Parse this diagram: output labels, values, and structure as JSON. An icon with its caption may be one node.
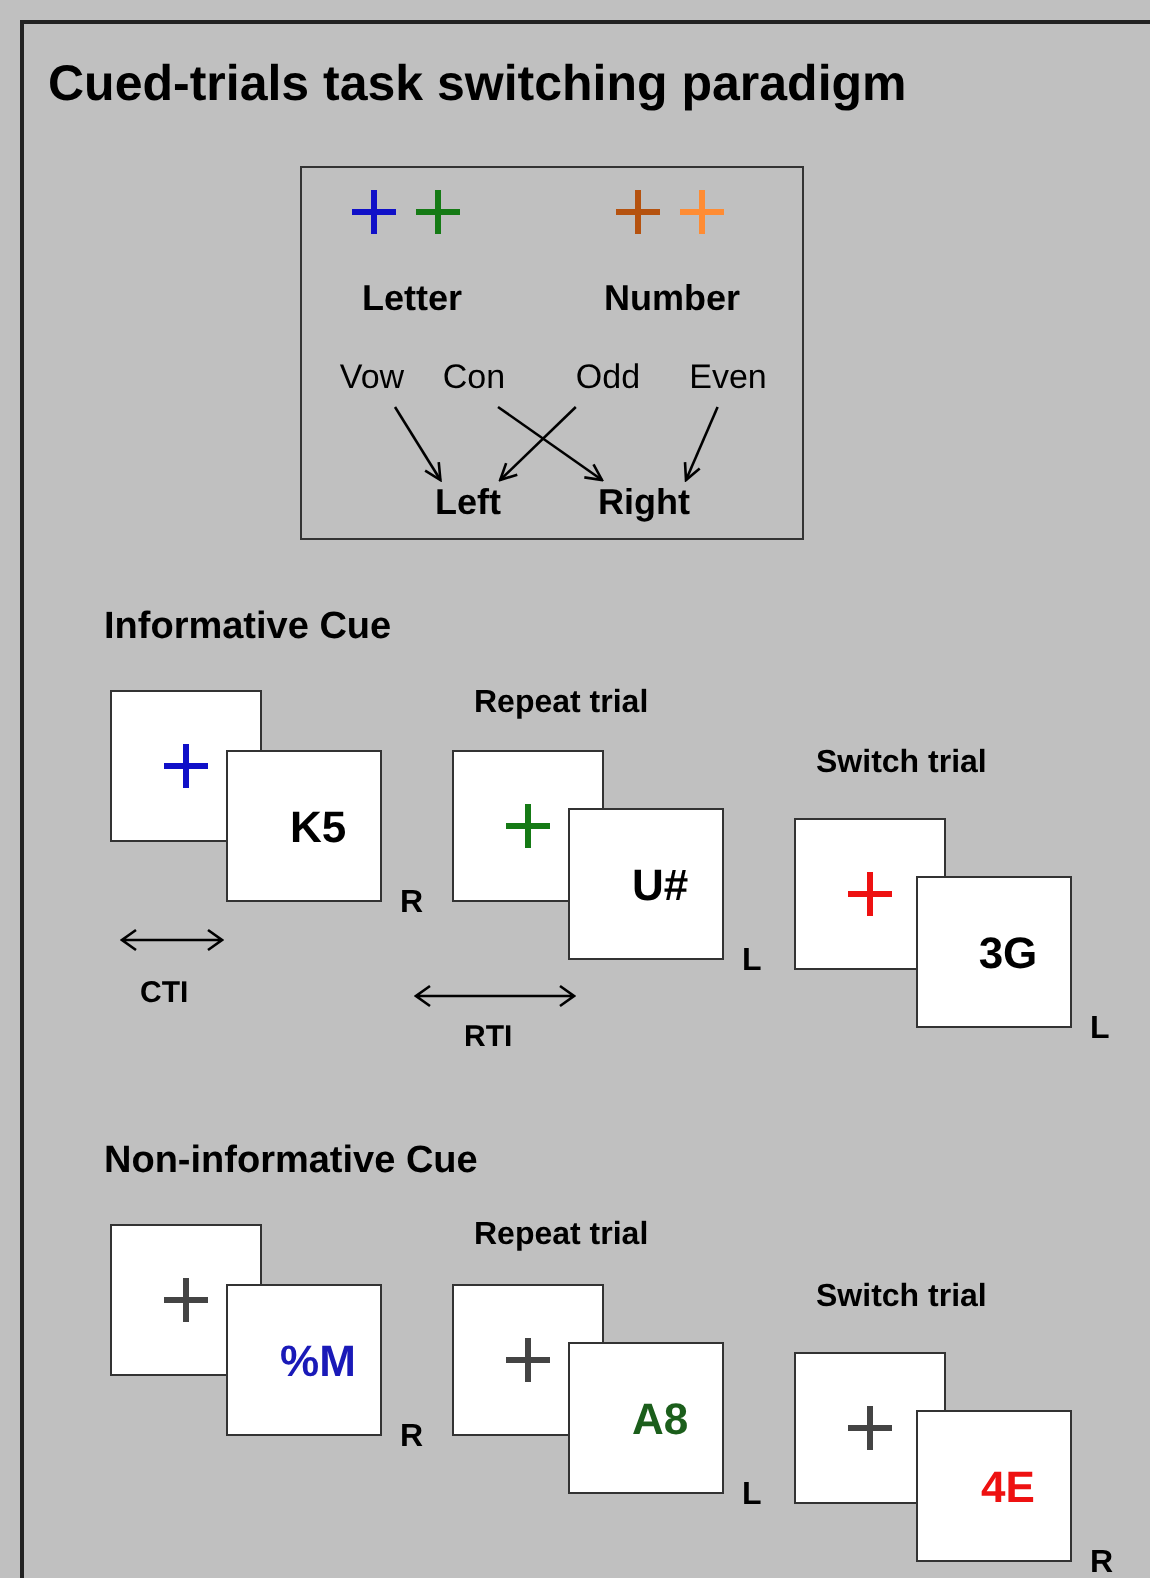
{
  "diagram": {
    "title": "Cued-trials task switching paradigm",
    "nodes": [
      {
        "text": [],
        "shape": "box"
      },
      {
        "text": [
          "Letter"
        ],
        "in": 0
      },
      {
        "text": [
          "Number"
        ],
        "in": 0
      },
      {
        "text": [
          "Vow"
        ],
        "in": 0
      },
      {
        "text": [
          "Con"
        ],
        "in": 0
      },
      {
        "text": [
          "Odd"
        ],
        "in": 0
      },
      {
        "text": [
          "Even"
        ],
        "in": 0
      },
      {
        "text": [
          "Left"
        ],
        "in": 0
      },
      {
        "text": [
          "Right"
        ],
        "in": 0
      },
      {
        "text": [],
        "shape": "box"
      },
      {
        "text": [
          "K5"
        ],
        "beside": [
          "R"
        ]
      },
      {
        "text": [],
        "shape": "box"
      },
      {
        "text": [
          "U#"
        ],
        "beside": [
          "L"
        ]
      },
      {
        "text": [],
        "shape": "box"
      },
      {
        "text": [
          "3G"
        ],
        "beside": [
          "L"
        ]
      },
      {
        "text": [],
        "shape": "box"
      },
      {
        "text": [
          "%M"
        ],
        "beside": [
          "R"
        ]
      },
      {
        "text": [],
        "shape": "box"
      },
      {
        "text": [
          "A8"
        ],
        "beside": [
          "L"
        ]
      },
      {
        "text": [],
        "shape": "box"
      },
      {
        "text": [
          "4E"
        ],
        "beside": [
          "R"
        ]
      }
    ],
    "edges": [
      {
        "from": 3,
        "to": 7,
        "arrow": "to"
      },
      {
        "from": 4,
        "to": 8,
        "arrow": "to"
      },
      {
        "from": 5,
        "to": 7,
        "arrow": "to"
      },
      {
        "from": 6,
        "to": 8,
        "arrow": "to"
      }
    ],
    "labels": [
      "Informative Cue",
      "Repeat trial",
      "Switch trial",
      "CTI",
      "RTI",
      "Non-informative Cue",
      "Repeat trial",
      "Switch trial"
    ]
  }
}
